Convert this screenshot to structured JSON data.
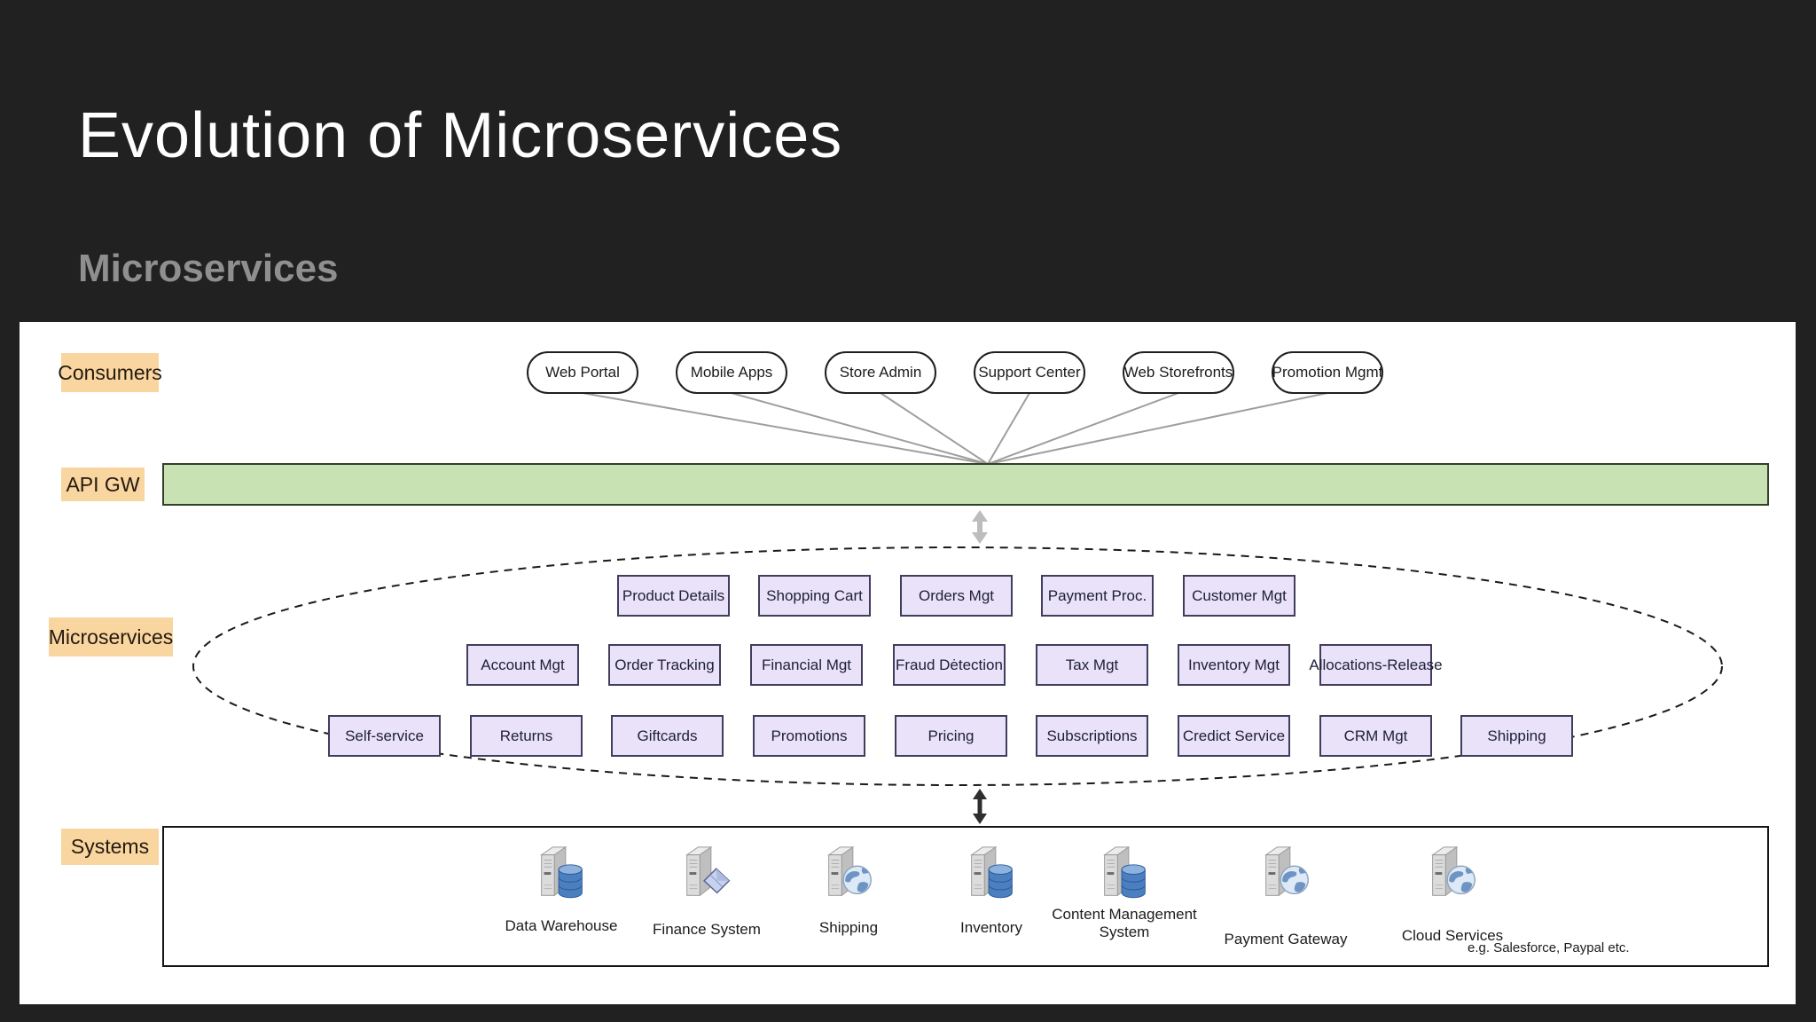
{
  "slide": {
    "title": "Evolution of Microservices",
    "subtitle": "Microservices"
  },
  "diagram": {
    "section_labels": {
      "consumers": "Consumers",
      "api_gateway": "API GW",
      "microservices": "Microservices",
      "systems": "Systems"
    },
    "consumers": [
      {
        "label": "Web Portal"
      },
      {
        "label": "Mobile Apps"
      },
      {
        "label": "Store Admin"
      },
      {
        "label": "Support Center"
      },
      {
        "label": "Web Storefronts"
      },
      {
        "label": "Promotion Mgmt"
      }
    ],
    "microservice_rows": [
      [
        "Product Details",
        "Shopping Cart",
        "Orders Mgt",
        "Payment Proc.",
        "Customer Mgt"
      ],
      [
        "Account Mgt",
        "Order Tracking",
        "Financial Mgt",
        "Fraud Dėtection",
        "Tax Mgt",
        "Inventory Mgt",
        "Allocations-Release"
      ],
      [
        "Self-service",
        "Returns",
        "Giftcards",
        "Promotions",
        "Pricing",
        "Subscriptions",
        "Credict Service",
        "CRM Mgt",
        "Shipping"
      ]
    ],
    "systems": [
      {
        "label": "Data Warehouse",
        "icon": "server-database-icon"
      },
      {
        "label": "Finance System",
        "icon": "server-card-icon"
      },
      {
        "label": "Shipping",
        "icon": "server-globe-icon"
      },
      {
        "label": "Inventory",
        "icon": "server-database-icon"
      },
      {
        "label": "Content Management System",
        "icon": "server-database-icon"
      },
      {
        "label": "Payment Gateway",
        "icon": "server-globe-icon"
      },
      {
        "label": "Cloud Services",
        "icon": "server-globe-icon",
        "sublabel": "e.g. Salesforce, Paypal etc."
      }
    ],
    "colors": {
      "background": "#212121",
      "title": "#ffffff",
      "subtitle": "#8f8f8f",
      "label_bg": "#f9d59f",
      "api_gateway_green": "#c9e2b3",
      "service_box_fill": "#e9e2f8",
      "service_box_border": "#413d5c",
      "connector_gray": "#9e9e9e"
    }
  }
}
